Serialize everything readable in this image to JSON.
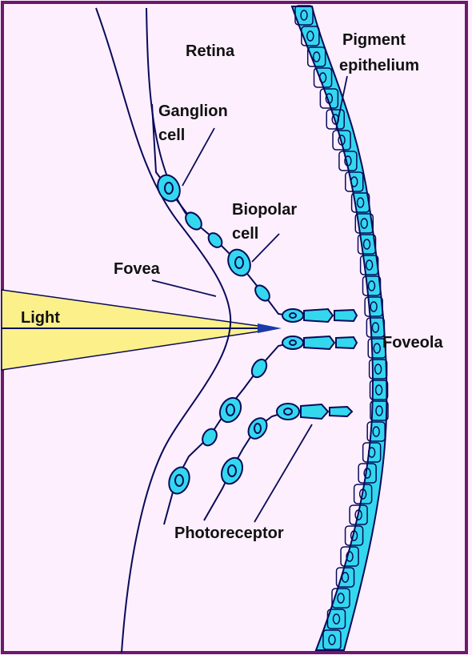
{
  "labels": {
    "retina": "Retina",
    "pigment_line1": "Pigment",
    "pigment_line2": "epithelium",
    "ganglion_line1": "Ganglion",
    "ganglion_line2": "cell",
    "bipolar_line1": "Biopolar",
    "bipolar_line2": "cell",
    "fovea": "Fovea",
    "light": "Light",
    "foveola": "Foveola",
    "photoreceptor": "Photoreceptor"
  },
  "colors": {
    "background": "#fdeffd",
    "frame": "#6a1b6a",
    "line": "#0a0a5a",
    "cell_fill": "#33d8ee",
    "light_beam": "#fbf08a"
  }
}
